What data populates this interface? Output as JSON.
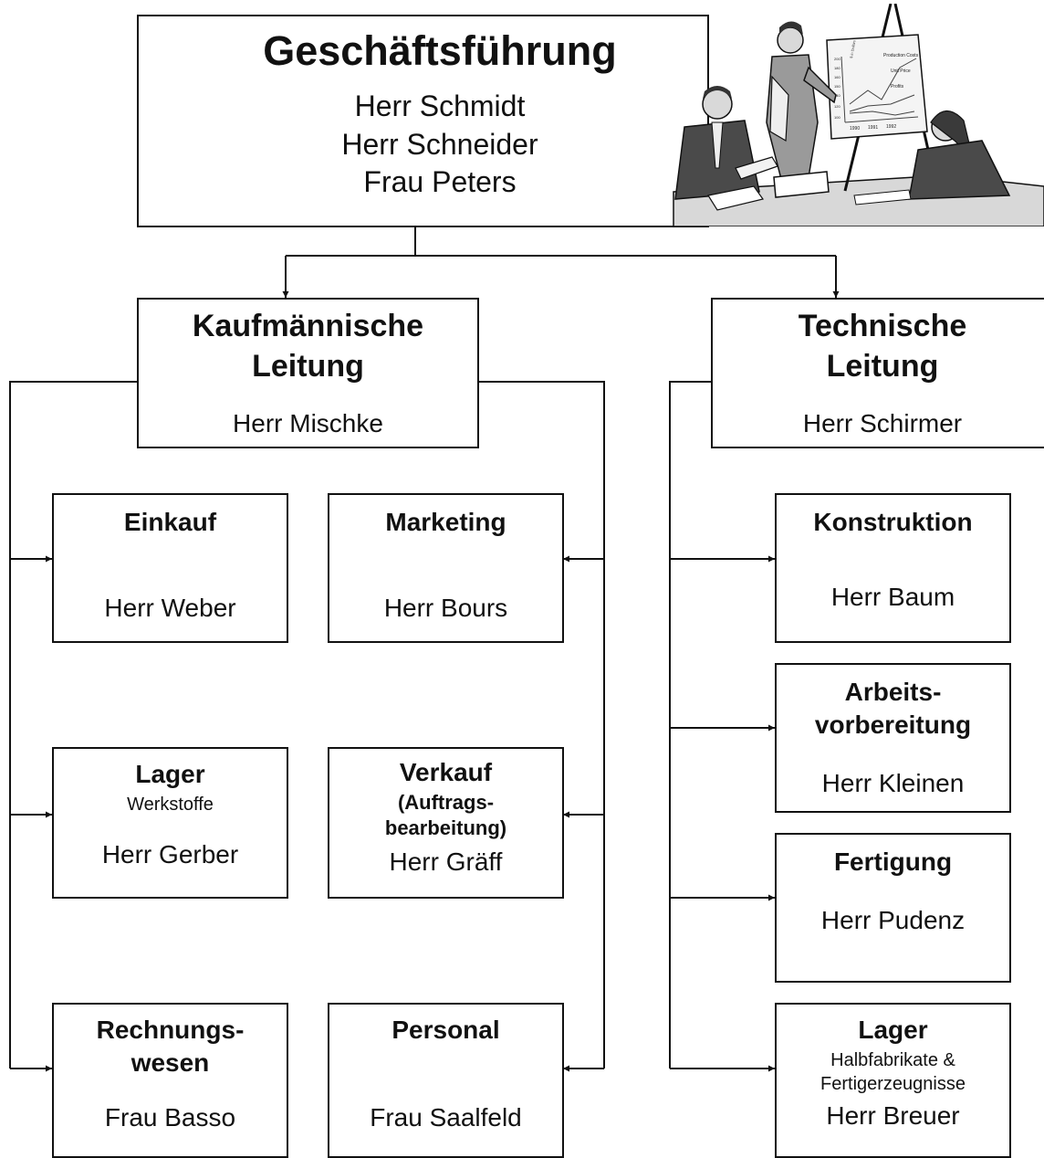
{
  "top": {
    "title": "Geschäftsführung",
    "members": [
      "Herr Schmidt",
      "Herr Schneider",
      "Frau Peters"
    ],
    "illustration": "meeting-clipart",
    "chart_labels": {
      "series": [
        "Production Costs",
        "Unit Price",
        "Profits"
      ],
      "years": [
        "1990",
        "1991",
        "1992"
      ],
      "y_ticks": [
        "200",
        "180",
        "160",
        "150",
        "140",
        "120",
        "100"
      ],
      "y_axis": "$ in Dollars"
    }
  },
  "kaufm": {
    "title_line1": "Kaufmännische",
    "title_line2": "Leitung",
    "person": "Herr Mischke"
  },
  "tech": {
    "title_line1": "Technische",
    "title_line2": "Leitung",
    "person": "Herr Schirmer"
  },
  "einkauf": {
    "title": "Einkauf",
    "person": "Herr Weber"
  },
  "marketing": {
    "title": "Marketing",
    "person": "Herr Bours"
  },
  "lager_w": {
    "title": "Lager",
    "subtitle": "Werkstoffe",
    "person": "Herr Gerber"
  },
  "verkauf": {
    "title": "Verkauf",
    "line2": "(Auftrags-",
    "line3": "bearbeitung)",
    "person": "Herr Gräff"
  },
  "rechnung": {
    "title_line1": "Rechnungs-",
    "title_line2": "wesen",
    "person": "Frau Basso"
  },
  "personal": {
    "title": "Personal",
    "person": "Frau Saalfeld"
  },
  "konstruktion": {
    "title": "Konstruktion",
    "person": "Herr Baum"
  },
  "av": {
    "title_line1": "Arbeits-",
    "title_line2": "vorbereitung",
    "person": "Herr Kleinen"
  },
  "fertigung": {
    "title": "Fertigung",
    "person": "Herr Pudenz"
  },
  "lager_h": {
    "title": "Lager",
    "sub1": "Halbfabrikate &",
    "sub2": "Fertigerzeugnisse",
    "person": "Herr Breuer"
  }
}
